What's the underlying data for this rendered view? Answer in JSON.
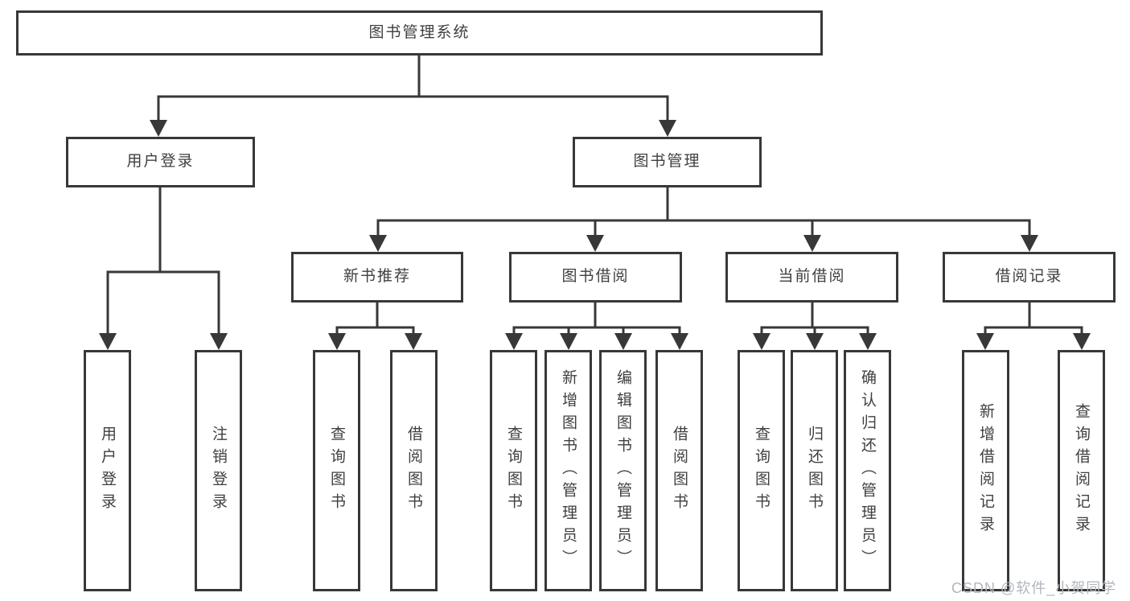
{
  "diagram_title": "图书管理系统",
  "nodes": {
    "root": "图书管理系统",
    "l2": {
      "user_login": "用户登录",
      "book_management": "图书管理"
    },
    "l3": {
      "new_book": "新书推荐",
      "borrow": "图书借阅",
      "current": "当前借阅",
      "records": "借阅记录"
    },
    "l4": {
      "user_login": [
        "用户登录",
        "注销登录"
      ],
      "new_book": [
        "查询图书",
        "借阅图书"
      ],
      "borrow": [
        "查询图书",
        "新增图书（管理员）",
        "编辑图书（管理员）",
        "借阅图书"
      ],
      "current": [
        "查询图书",
        "归还图书",
        "确认归还（管理员）"
      ],
      "records": [
        "新增借阅记录",
        "查询借阅记录"
      ]
    }
  },
  "watermark": "CSDN @软件_小贺同学",
  "colors": {
    "line": "#383838",
    "text": "#3f3f3f",
    "box_fill": "#ffffff",
    "watermark": "#b2b7bd",
    "background": "#ffffff"
  }
}
